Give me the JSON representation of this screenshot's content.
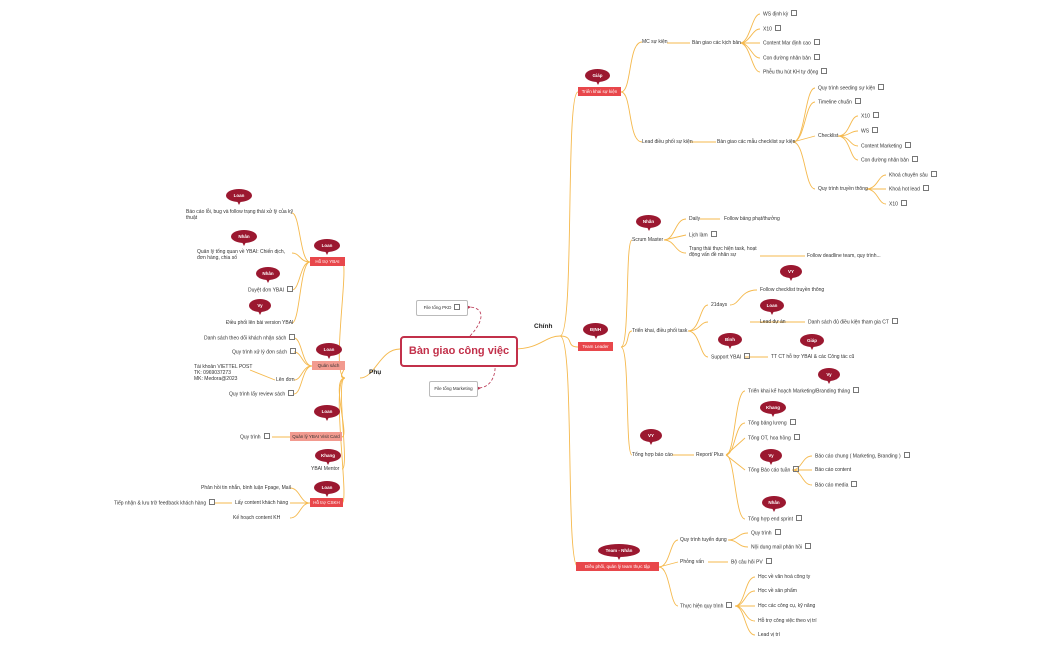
{
  "title": "Bàn giao công việc",
  "branches": {
    "main": "Chính",
    "aux": "Phụ"
  },
  "floating": {
    "pkd": "File tổng PKD",
    "marketing": "File tổng Marketing"
  },
  "right": {
    "trien_khai_su_kien": {
      "node": "Triển khai sự kiện",
      "owner": "Giáp",
      "mc": "MC sự kiện",
      "ban_giao_kich_ban": "Bàn giao các kịch bản",
      "kich_ban": [
        "WS định kỳ",
        "X10",
        "Content Mar định cao",
        "Con đường nhân bản",
        "Phễu thu hút KH tự động"
      ],
      "lead": "Lead điều phối sự kiện",
      "checklist_mau": "Bàn giao các mẫu checklist sự kiện",
      "seeding": "Quy trình seeding sự kiện",
      "timeline": "Timeline chuẩn",
      "checklist": "Checklist",
      "checklist_items": [
        "X10",
        "WS",
        "Content Marketing",
        "Con đường nhân bản"
      ],
      "truyen_thong": "Quy trình truyền thông",
      "truyen_thong_items": [
        "Khoá chuyên sâu",
        "Khoá hot lead",
        "X10"
      ]
    },
    "team_leader": {
      "node": "Team Leader",
      "owner": "ĐỊNH",
      "scrum": "Scrum Master",
      "scrum_owner": "Nhân",
      "daily": "Daily",
      "daily_note": "Follow bảng phạt/thưởng",
      "lich_lam": "Lịch làm",
      "trang_thai": "Trạng thái thực hiện task, hoạt động vấn đề nhân sự",
      "trang_thai_note": "Follow deadline team, quy trình...",
      "trien_khai": "Triển khai, điều phối task",
      "days21": "21days",
      "days21_owner": "VY",
      "days21_note": "Follow checklist truyền thông",
      "lead_du_an": "Lead dự án",
      "lead_owner": "Loan",
      "lead_note": "Danh sách đủ điều kiện tham gia CT",
      "support": "Support YBAI",
      "support_owner": "Bình",
      "support_note_owner": "Giáp",
      "support_note": "TT CT hỗ trợ YBAI & các Công tác cũ",
      "tong_hop": "Tổng hợp báo cáo",
      "tong_hop_owner": "VY",
      "report": "Report/ Plus",
      "trien_khai_kh": "Triển khai kế hoạch Marketing/Branding tháng",
      "trien_khai_kh_owner": "Vy",
      "bang_luong": "Tổng bảng lương",
      "bang_luong_owner": "Khang",
      "ot": "Tổng OT, hoa hồng",
      "bao_cao_tuan": "Tổng Báo cáo tuần",
      "bao_cao_tuan_owner": "Vy",
      "bao_cao_items": [
        "Báo cáo chung ( Marketing, Branding )",
        "Báo cáo content",
        "Báo cáo media"
      ],
      "sprint": "Tổng hợp end sprint",
      "sprint_owner": "Nhân"
    },
    "dieu_phoi": {
      "node": "Điều phối, quản lý team thực tập",
      "owner": "Team - Nhân",
      "tuyen_dung": "Quy trình tuyển dụng",
      "tuyen_dung_items": [
        "Quy trình",
        "Nội dung mail phản hồi"
      ],
      "phong_van": "Phỏng vấn",
      "bo_cau_hoi": "Bộ câu hỏi PV",
      "thuc_hien": "Thực hiện quy trình",
      "thuc_hien_items": [
        "Học về văn hoá công ty",
        "Học về sản phẩm",
        "Học các công cụ, kỹ năng",
        "Hỗ trợ công việc theo vị trí",
        "Lead vị trí"
      ]
    }
  },
  "left": {
    "ho_tro_ybai": {
      "node": "Hỗ trợ YBAI",
      "owner": "Loan",
      "bao_cao_loi": "Báo cáo lỗi, bug và follow trạng thái xử lý của kỹ thuật",
      "bao_cao_loi_owner": "Loan",
      "quan_ly": "Quản lý tổng quan về YBAI: Chiến dịch, đơn hàng, chia số",
      "quan_ly_owner": "Nhân",
      "duyet_don": "Duyệt đơn YBAI",
      "duyet_don_owner": "Nhân",
      "dieu_phoi": "Điều phối lên bài version YBAI",
      "dieu_phoi_owner": "Vy"
    },
    "quan_sach": {
      "node": "Quản sách",
      "owner": "Loan",
      "danh_sach": "Danh sách theo dõi khách nhận sách",
      "quy_trinh": "Quy trình xử lý đơn sách",
      "tai_khoan": [
        "Tài khoản VIETTEL POST",
        "TK: 0969037273",
        "MK: Medora@2023"
      ],
      "len_don": "Lên đơn",
      "review": "Quy trình lấy review sách"
    },
    "visit_card": {
      "node": "Quản lý YBAI Visit Card",
      "owner": "Loan",
      "quy_trinh": "Quy trình"
    },
    "mentor": {
      "node": "YBAI Mentor",
      "owner": "Khang"
    },
    "cskh": {
      "node": "Hỗ trợ CSKH",
      "owner": "Loan",
      "phan_hoi": "Phản hồi tin nhắn, bình luận Fpage, Mail",
      "lay_content": "Lấy content khách hàng",
      "tiep_nhan": "Tiếp nhận & lưu trữ feedback khách hàng",
      "ke_hoach": "Kế hoạch content KH"
    }
  },
  "colors": {
    "accent": "#c2304a",
    "node_red": "#e8474b",
    "node_pink": "#f29a8f",
    "owner": "#9b1830",
    "line": "#f5b94d"
  }
}
